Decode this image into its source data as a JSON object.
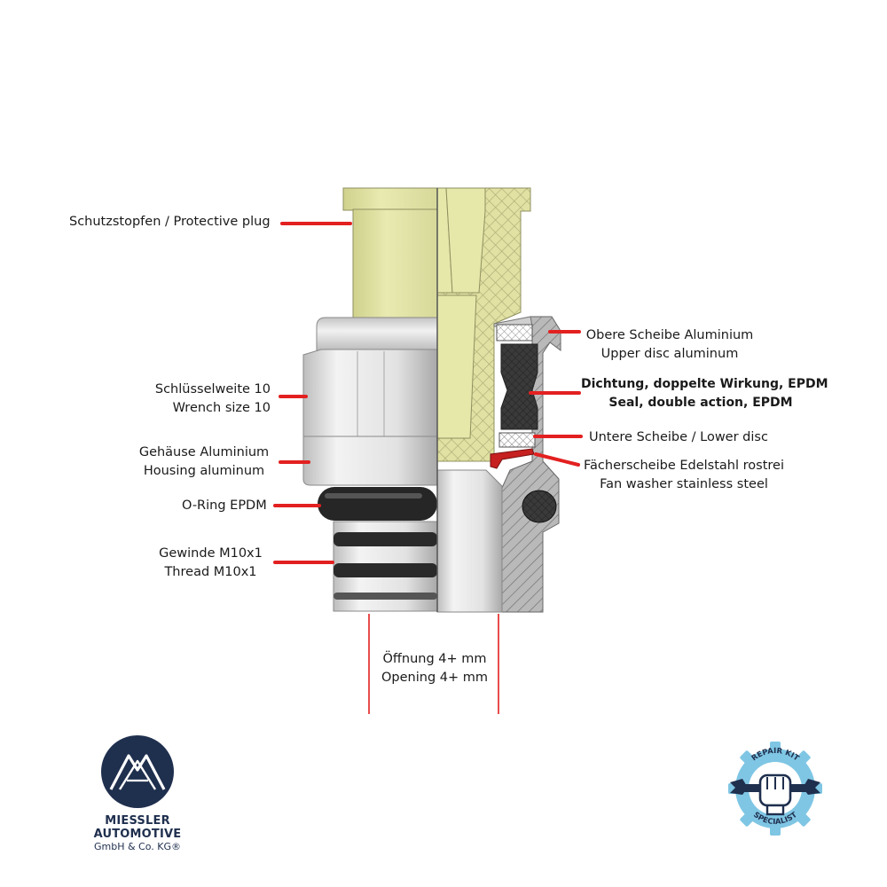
{
  "labels": {
    "protective_plug": {
      "line1": "Schutzstopfen / Protective plug"
    },
    "wrench_size": {
      "line1": "Schlüsselweite 10",
      "line2": "Wrench size 10"
    },
    "housing": {
      "line1": "Gehäuse Aluminium",
      "line2": "Housing aluminum"
    },
    "o_ring": {
      "line1": "O-Ring EPDM"
    },
    "thread": {
      "line1": "Gewinde M10x1",
      "line2": "Thread M10x1"
    },
    "upper_disc": {
      "line1": "Obere Scheibe Aluminium",
      "line2": "Upper disc aluminum"
    },
    "seal": {
      "line1": "Dichtung, doppelte Wirkung, EPDM",
      "line2": "Seal, double action, EPDM"
    },
    "lower_disc": {
      "line1": "Untere Scheibe / Lower disc"
    },
    "fan_washer": {
      "line1": "Fächerscheibe Edelstahl rostrei",
      "line2": "Fan washer stainless steel"
    },
    "opening": {
      "line1": "Öffnung 4+ mm",
      "line2": "Opening 4+ mm"
    }
  },
  "brand": {
    "name": "MIESSLER AUTOMOTIVE",
    "sub": "GmbH & Co. KG®"
  },
  "badge": {
    "top_text": "REPAIR KIT",
    "bottom_text": "SPECIALIST",
    "icon": "wrench-fist-gear-icon"
  },
  "colors": {
    "leader_line": "#e32020",
    "plug": "#e4e6a8",
    "seal": "#3a3a3a",
    "fan_washer": "#c62020",
    "brand": "#1f2f4e",
    "badge": "#7fc6e4"
  }
}
